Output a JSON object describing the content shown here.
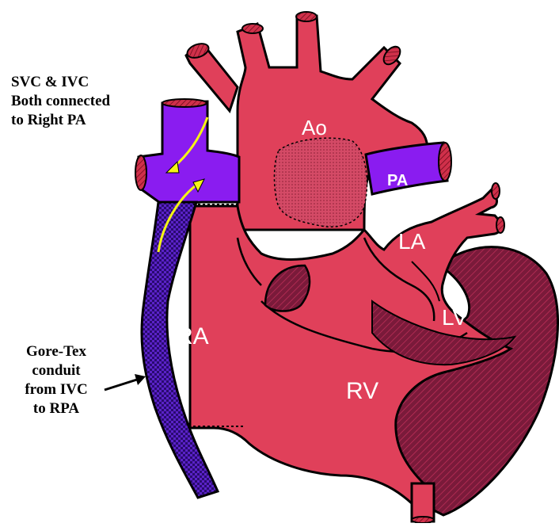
{
  "annotations": {
    "top": [
      "SVC & IVC",
      "Both connected",
      "to Right PA"
    ],
    "bottom": [
      "Gore-Tex",
      "conduit",
      "from IVC",
      "to RPA"
    ]
  },
  "labels": {
    "ao": "Ao",
    "pa": "PA",
    "la": "LA",
    "lv": "LV",
    "ra": "RA",
    "rv": "RV"
  },
  "colors": {
    "heart": "#e0405a",
    "vessel_purple": "#8a1cf0",
    "conduit": "#5a22c8",
    "dark_muscle": "#7a1a3a",
    "arrow": "#f5f515",
    "outline": "#000000"
  }
}
